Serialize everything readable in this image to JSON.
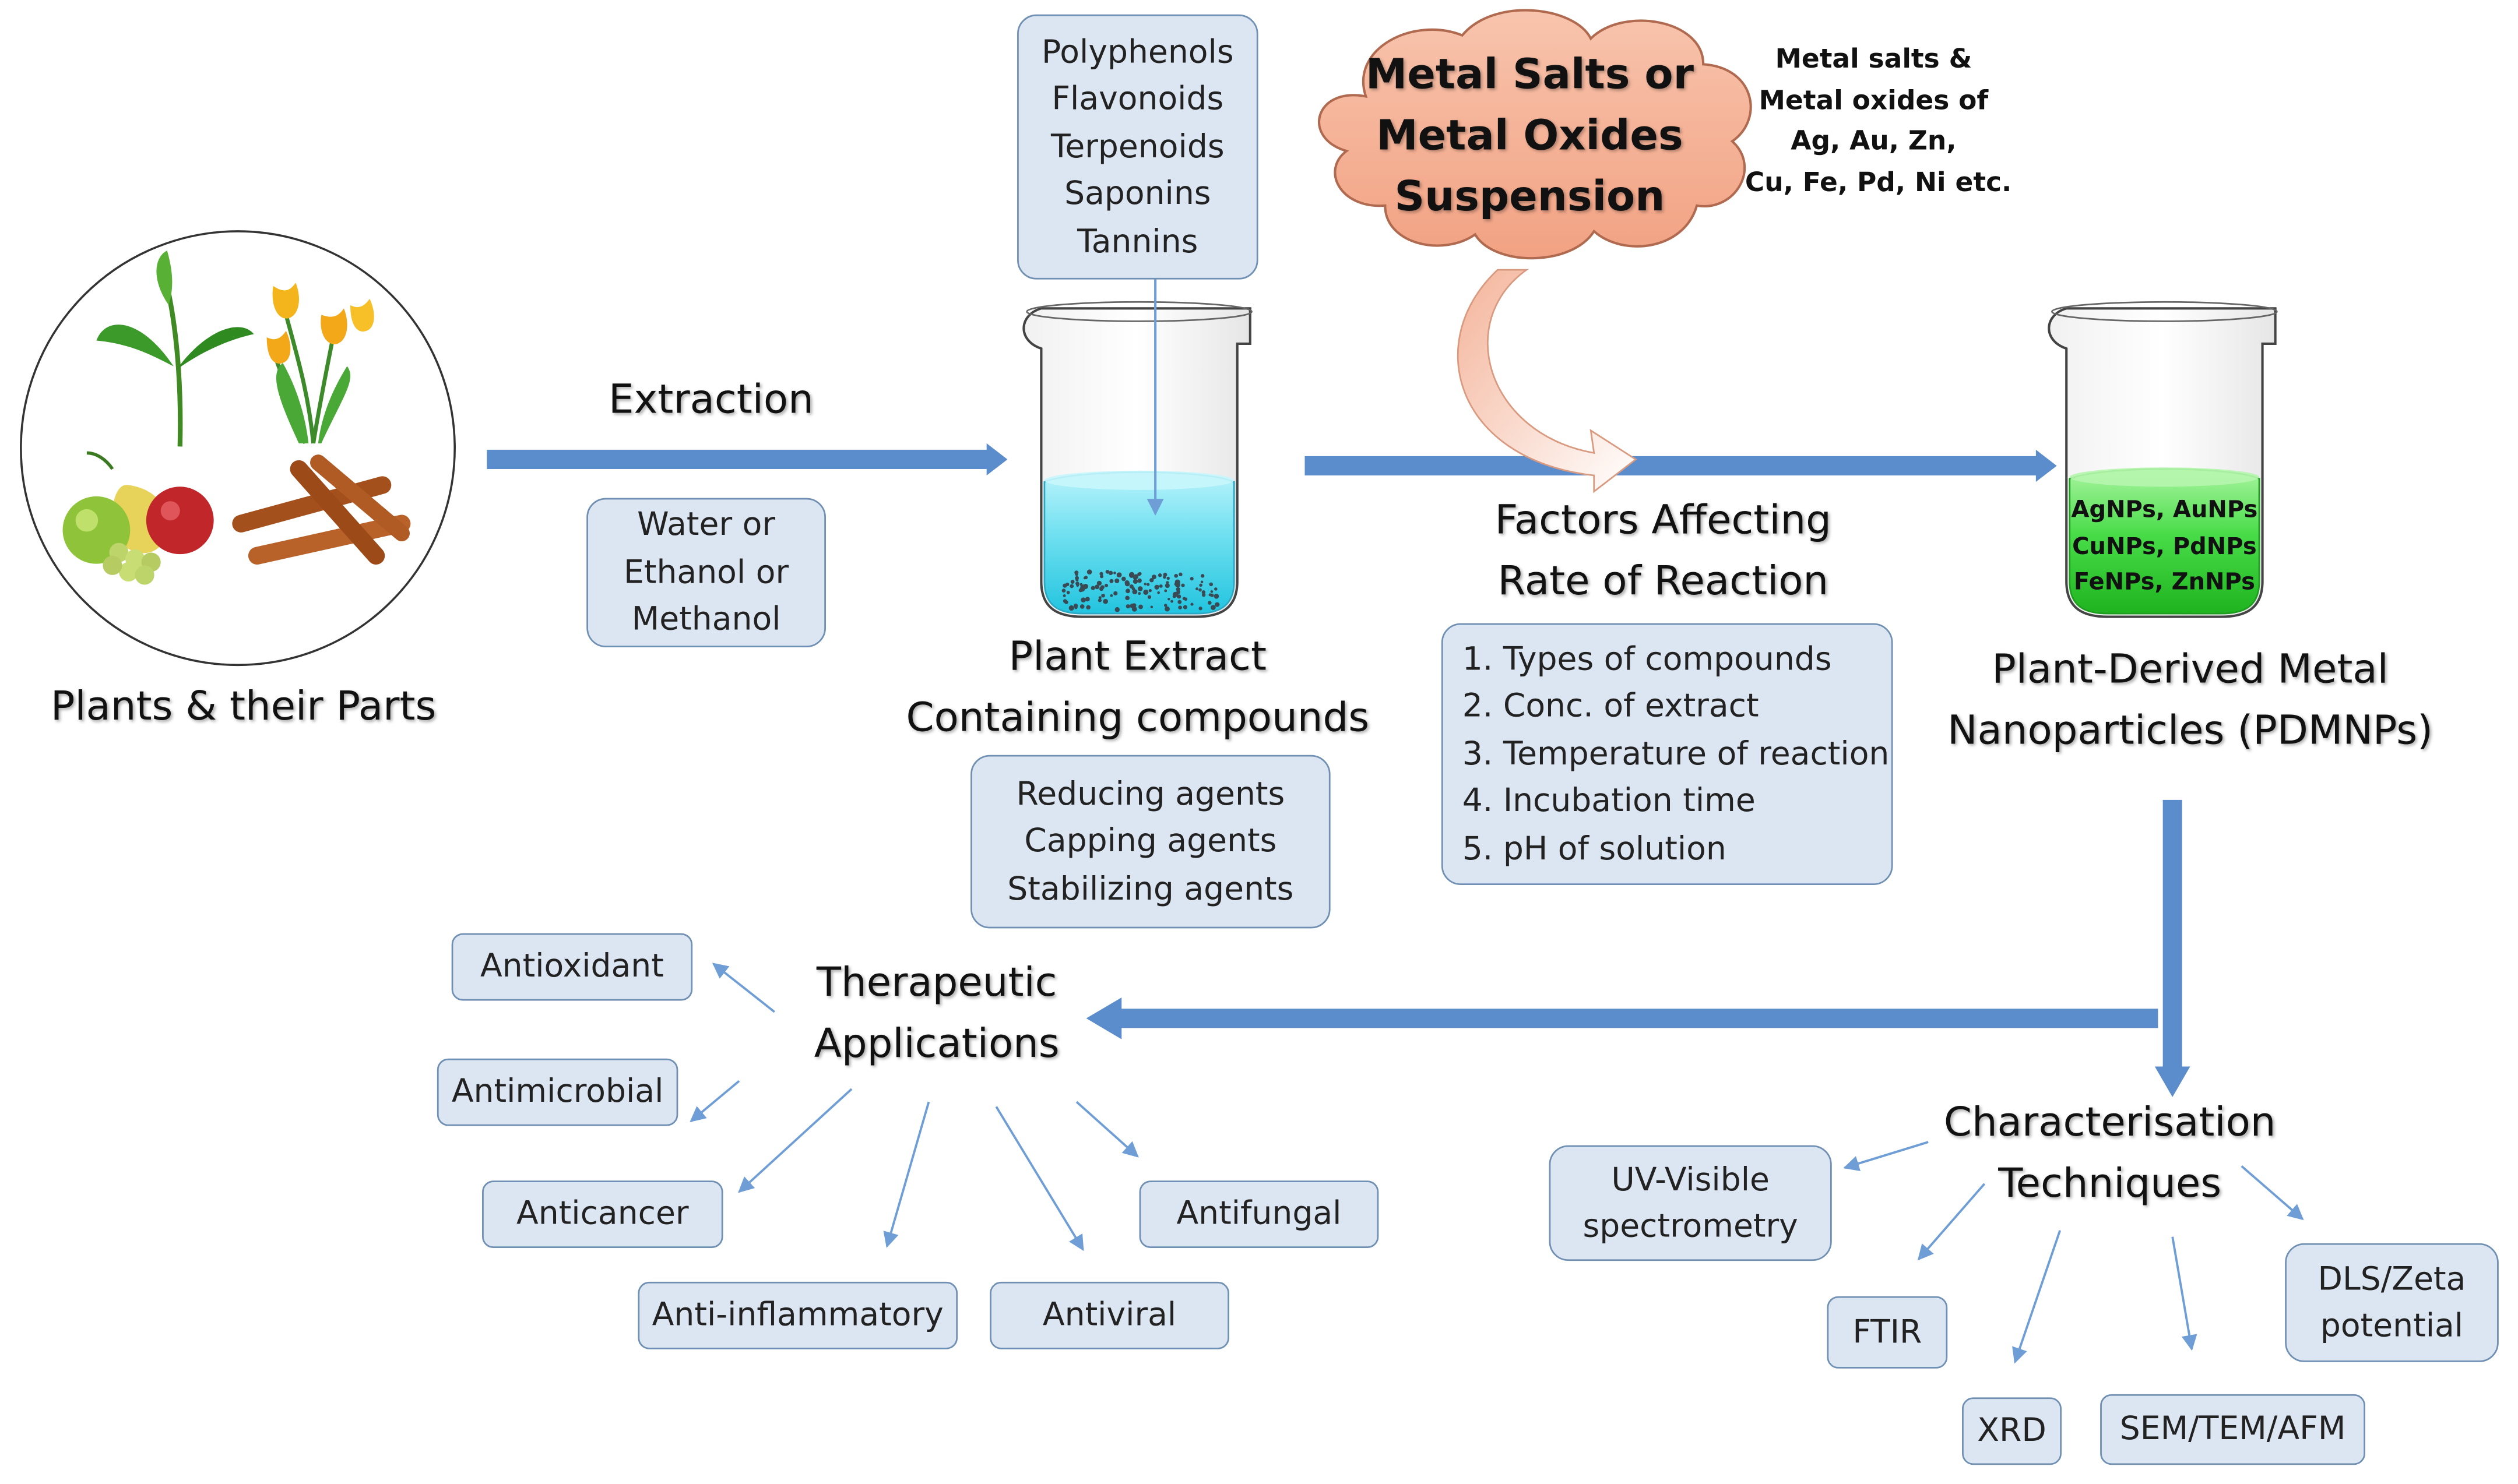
{
  "plants": {
    "label": "Plants & their Parts"
  },
  "extraction": {
    "label": "Extraction",
    "solvents": [
      "Water or",
      "Ethanol or",
      "Methanol"
    ]
  },
  "compounds": [
    "Polyphenols",
    "Flavonoids",
    "Terpenoids",
    "Saponins",
    "Tannins"
  ],
  "plant_extract": {
    "label_lines": [
      "Plant Extract",
      "Containing compounds"
    ],
    "agents": [
      "Reducing agents",
      "Capping agents",
      "Stabilizing agents"
    ]
  },
  "metal": {
    "cloud_lines": [
      "Metal Salts or",
      "Metal Oxides",
      "Suspension"
    ],
    "note_lines": [
      "Metal salts &",
      "Metal oxides of",
      "Ag, Au, Zn,",
      "Cu, Fe, Pd, Ni etc."
    ]
  },
  "factors": {
    "title_lines": [
      "Factors Affecting",
      "Rate of Reaction"
    ],
    "items": [
      "1. Types of compounds",
      "2. Conc. of extract",
      "3. Temperature of reaction",
      "4. Incubation time",
      "5. pH of solution"
    ]
  },
  "nanoparticles": {
    "beaker_lines": [
      "AgNPs, AuNPs",
      "CuNPs, PdNPs",
      "FeNPs, ZnNPs"
    ],
    "label_lines": [
      "Plant-Derived Metal",
      "Nanoparticles (PDMNPs)"
    ]
  },
  "therapeutic": {
    "title_lines": [
      "Therapeutic",
      "Applications"
    ],
    "items": {
      "antioxidant": "Antioxidant",
      "antimicrobial": "Antimicrobial",
      "anticancer": "Anticancer",
      "anti_inflammatory": "Anti-inflammatory",
      "antiviral": "Antiviral",
      "antifungal": "Antifungal"
    }
  },
  "characterisation": {
    "title_lines": [
      "Characterisation",
      "Techniques"
    ],
    "items": {
      "uv_visible": [
        "UV-Visible",
        "spectrometry"
      ],
      "ftir": "FTIR",
      "xrd": "XRD",
      "sem_tem_afm": "SEM/TEM/AFM",
      "dls_zeta": [
        "DLS/Zeta",
        "potential"
      ]
    }
  },
  "colors": {
    "main_arrow": "#5b8ccc",
    "thin_arrow": "#6f9ed6",
    "box_fill": "#dce6f2",
    "box_border": "#6f8fb3",
    "cloud_fill": "#f6b59c",
    "extract_liquid": "#7fe3f2",
    "nano_liquid": "#4fdc4f"
  }
}
